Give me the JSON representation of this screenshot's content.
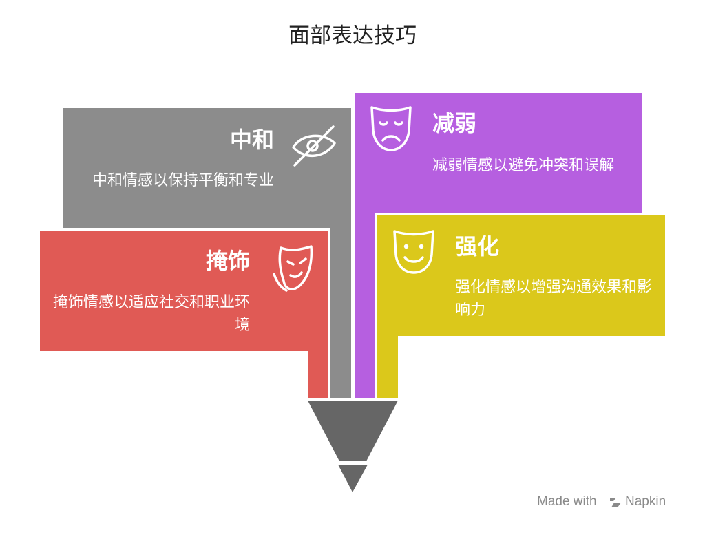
{
  "title": "面部表达技巧",
  "sections": {
    "neutralize": {
      "heading": "中和",
      "description": "中和情感以保持平衡和专业",
      "color": "#8c8c8c",
      "icon": "eye-off-icon"
    },
    "mask": {
      "heading": "掩饰",
      "description": "掩饰情感以适应社交和职业环境",
      "color": "#e05a55",
      "icon": "mask-icon"
    },
    "diminish": {
      "heading": "减弱",
      "description": "减弱情感以避免冲突和误解",
      "color": "#b65fe0",
      "icon": "sad-face-icon"
    },
    "intensify": {
      "heading": "强化",
      "description": "强化情感以增强沟通效果和影响力",
      "color": "#dbc81b",
      "icon": "happy-face-icon"
    }
  },
  "funnel_color": "#666666",
  "branding": {
    "made_with": "Made with",
    "name": "Napkin"
  }
}
